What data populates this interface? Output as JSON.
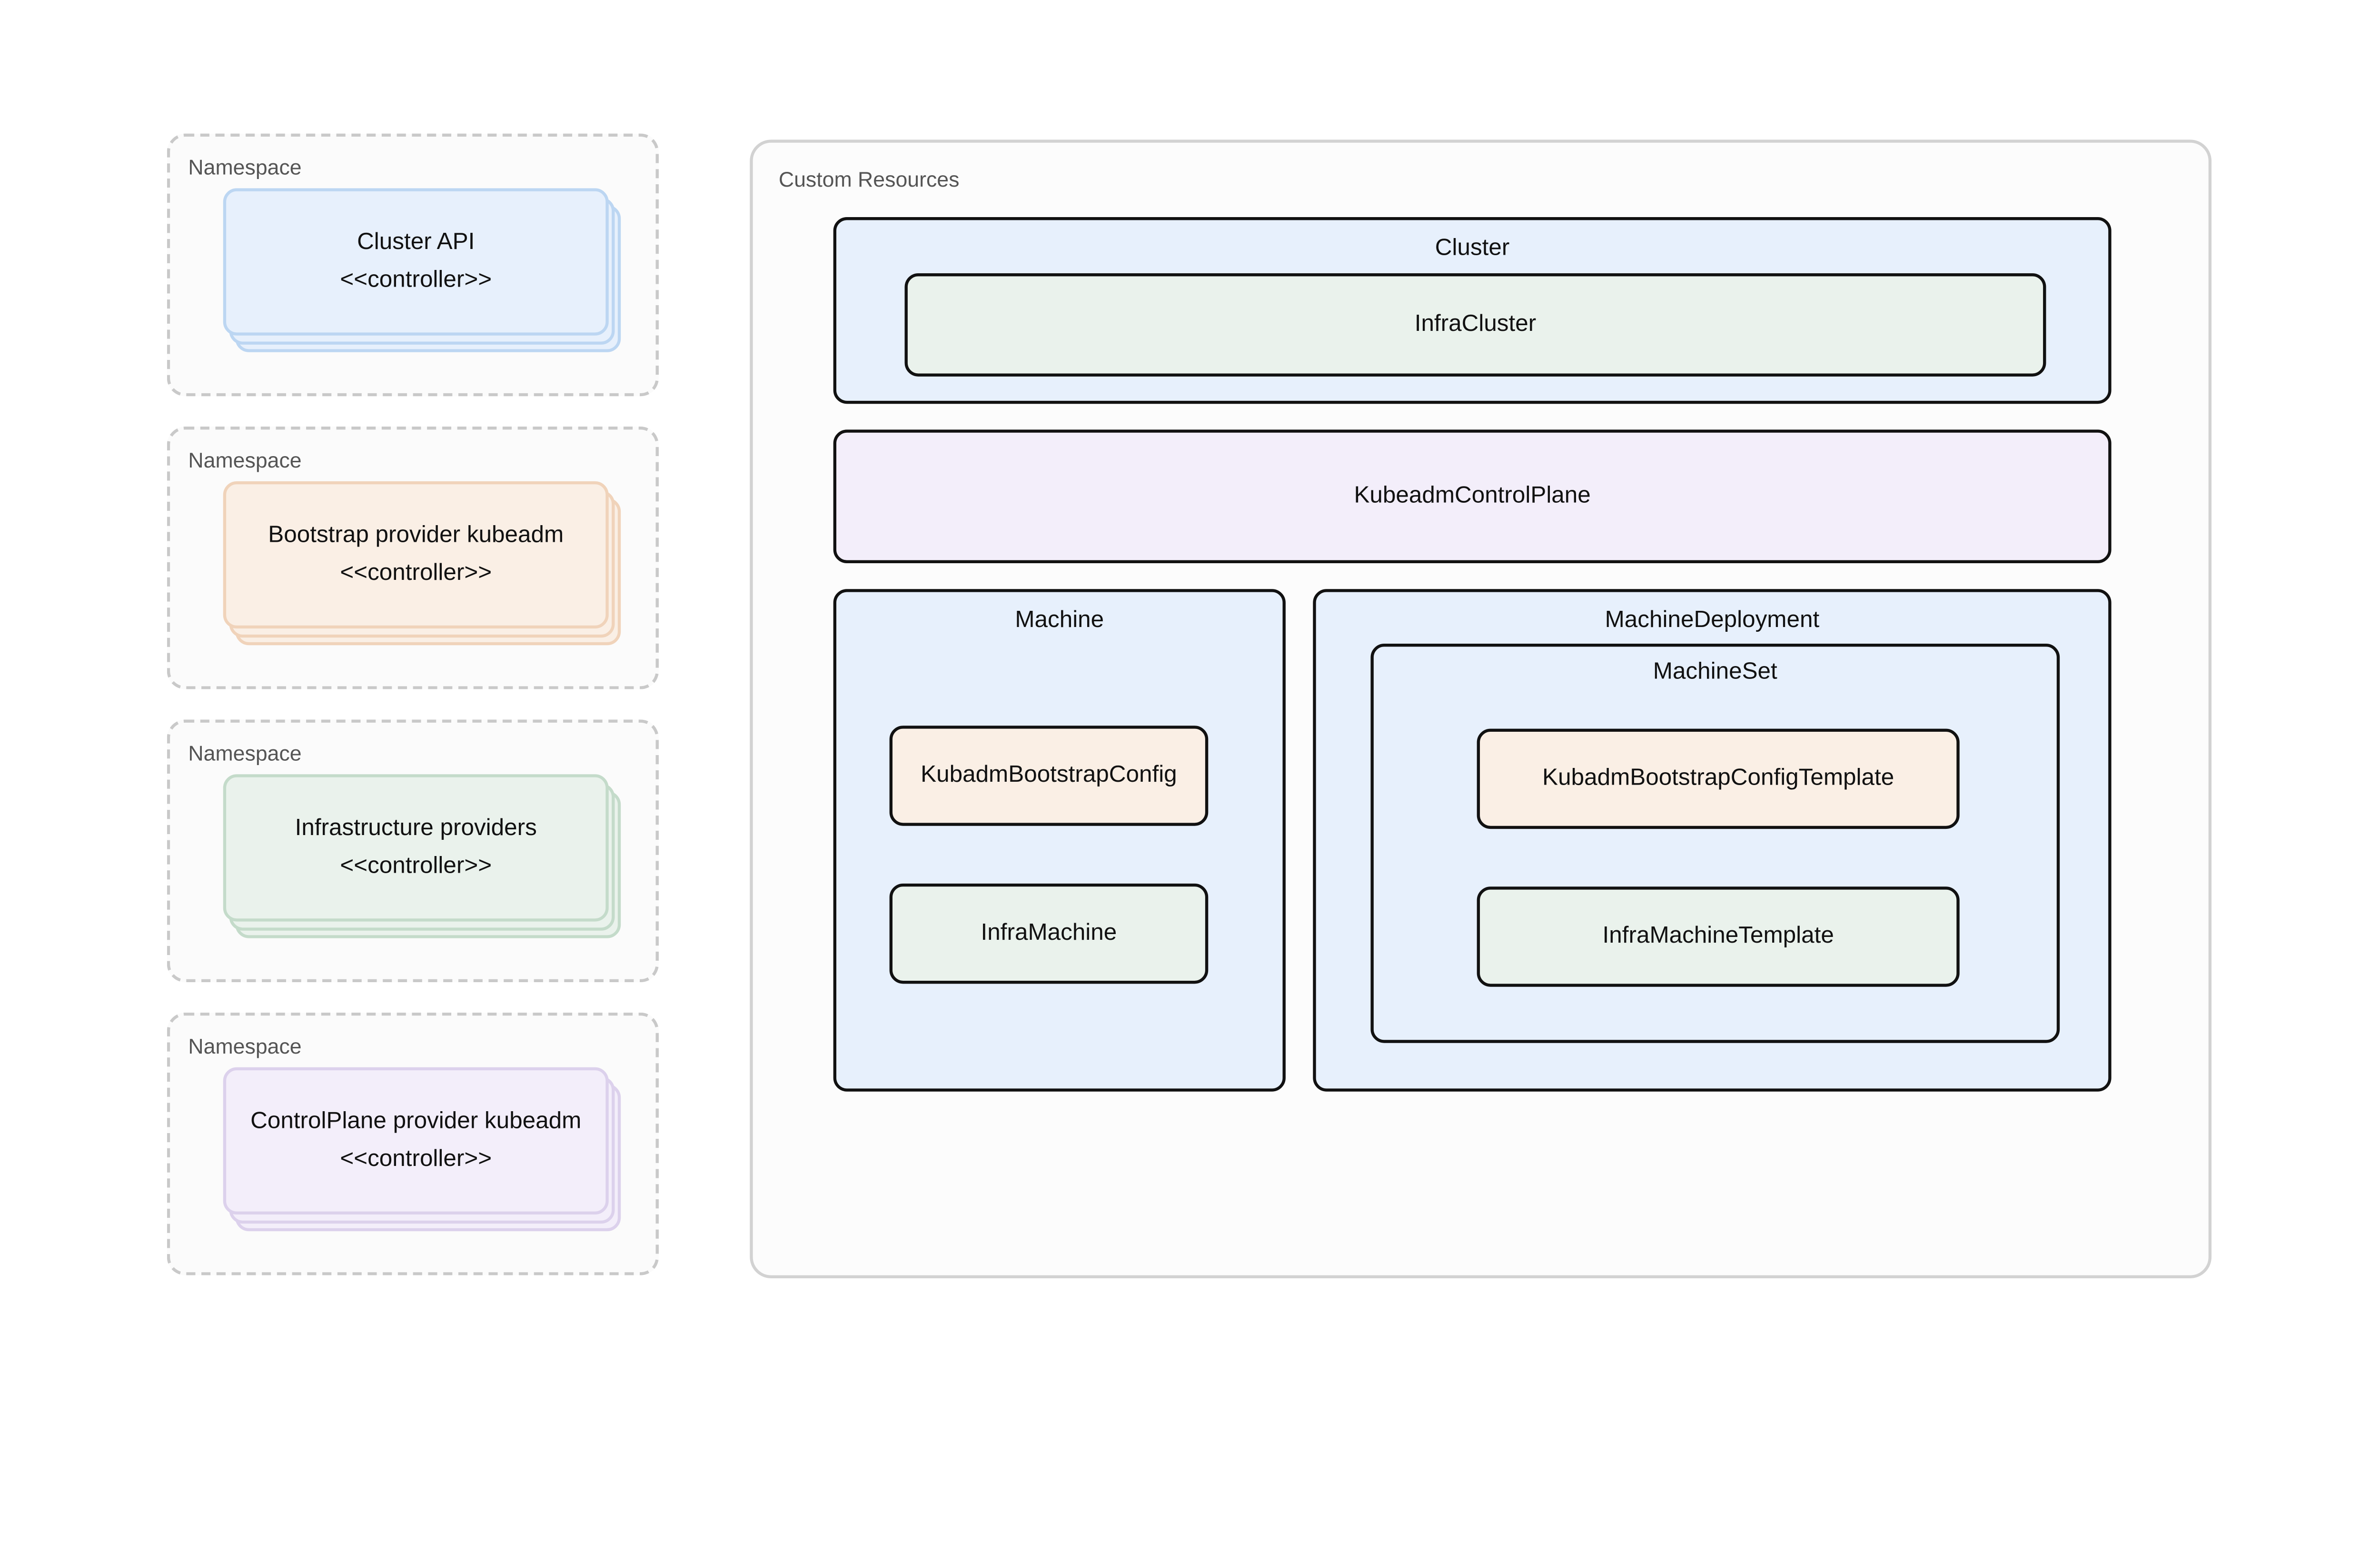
{
  "namespaces": [
    {
      "label": "Namespace",
      "card": {
        "title": "Cluster API",
        "stereotype": "<<controller>>",
        "color": "blue"
      }
    },
    {
      "label": "Namespace",
      "card": {
        "title": "Bootstrap provider kubeadm",
        "stereotype": "<<controller>>",
        "color": "orange"
      }
    },
    {
      "label": "Namespace",
      "card": {
        "title": "Infrastructure providers",
        "stereotype": "<<controller>>",
        "color": "green"
      }
    },
    {
      "label": "Namespace",
      "card": {
        "title": "ControlPlane provider kubeadm",
        "stereotype": "<<controller>>",
        "color": "purple"
      }
    }
  ],
  "custom_resources": {
    "label": "Custom Resources",
    "cluster": {
      "title": "Cluster",
      "inner": "InfraCluster"
    },
    "kubeadm_control_plane": "KubeadmControlPlane",
    "machine": {
      "title": "Machine",
      "bootstrap": "KubadmBootstrapConfig",
      "infra": "InfraMachine"
    },
    "machine_deployment": {
      "title": "MachineDeployment",
      "machine_set": {
        "title": "MachineSet",
        "bootstrap": "KubadmBootstrapConfigTemplate",
        "infra": "InfraMachineTemplate"
      }
    }
  },
  "colors": {
    "blue-fill": "#e7f0fc",
    "blue-border": "#bcd6f2",
    "orange-fill": "#faefe5",
    "orange-border": "#f0d3ba",
    "green-fill": "#eaf2ec",
    "green-border": "#c4dbca",
    "purple-fill": "#f3eefa",
    "purple-border": "#dcd1ec",
    "label": "#555555",
    "text": "#111111",
    "box-bg": "#fbfbfb",
    "cr-bg": "#fcfcfc",
    "cr-border": "#d2d2d2",
    "dash-border": "#c9c9c9"
  }
}
